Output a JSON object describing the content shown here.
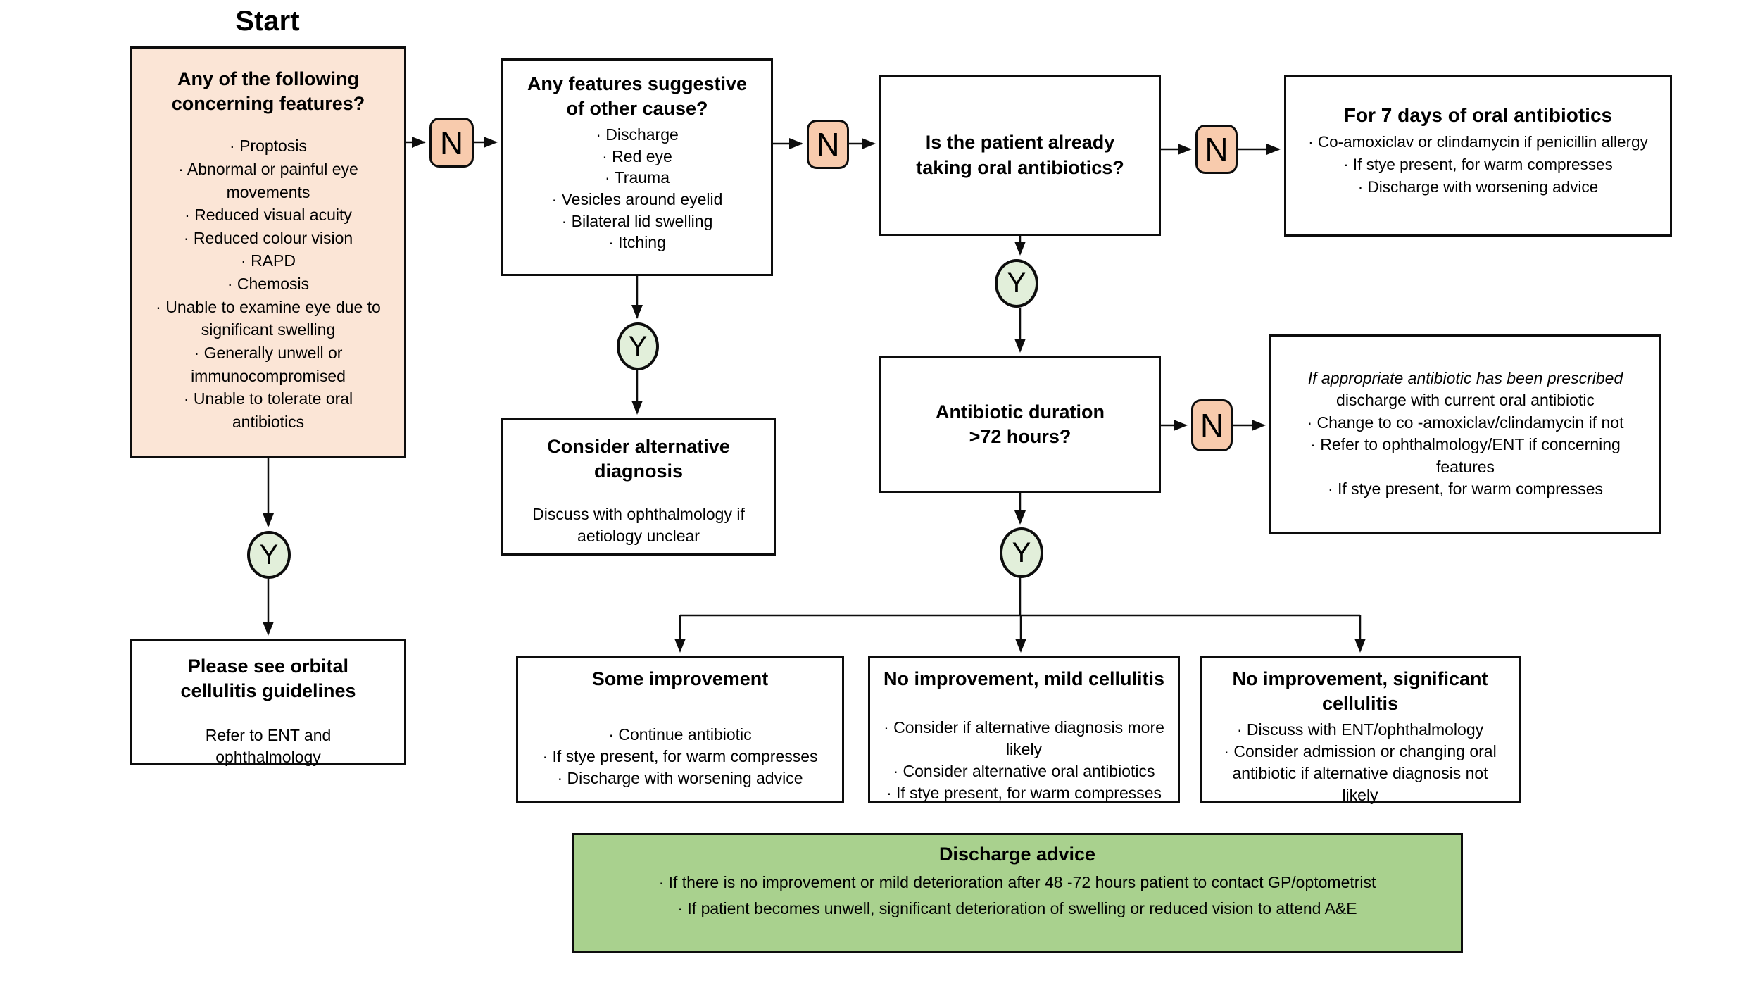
{
  "title": "Start",
  "connectors": {
    "yes": "Y",
    "no": "N"
  },
  "colors": {
    "peach_box_fill": "#fbe5d6",
    "no_badge_fill": "#f8cbad",
    "yes_badge_fill": "#e2efda",
    "green_box_fill": "#a9d18e",
    "border": "#000000"
  },
  "boxes": {
    "concerning": {
      "header": "Any of the following concerning features?",
      "items": [
        "· Proptosis",
        "· Abnormal or painful eye movements",
        "· Reduced visual acuity",
        "· Reduced colour vision",
        "· RAPD",
        "· Chemosis",
        "· Unable to examine eye due to significant swelling",
        "· Generally unwell or immunocompromised",
        "· Unable to tolerate oral antibiotics"
      ]
    },
    "other_cause": {
      "header": "Any features suggestive of other cause?",
      "items": [
        "· Discharge",
        "· Red eye",
        "· Trauma",
        "· Vesicles around eyelid",
        "· Bilateral lid swelling",
        "· Itching"
      ]
    },
    "taking_antibiotics": {
      "header": "Is the patient already taking oral antibiotics?"
    },
    "seven_days": {
      "header": "For 7 days of oral antibiotics",
      "items": [
        "· Co-amoxiclav or clindamycin if penicillin allergy",
        "· If stye present, for warm compresses",
        "· Discharge with worsening advice"
      ]
    },
    "duration": {
      "header": "Antibiotic duration >72 hours?"
    },
    "if_appropriate": {
      "note_italic": "If appropriate antibiotic has been prescribed",
      "items": [
        "discharge with current oral antibiotic",
        "· Change to co -amoxiclav/clindamycin if not",
        "· Refer to ophthalmology/ENT if concerning features",
        "· If stye present, for warm compresses"
      ]
    },
    "alt_diagnosis": {
      "header": "Consider alternative diagnosis",
      "body": "Discuss with ophthalmology if aetiology unclear"
    },
    "orbital": {
      "header": "Please see orbital cellulitis guidelines",
      "body": "Refer to ENT and ophthalmology"
    },
    "some_improvement": {
      "header": "Some improvement",
      "items": [
        "· Continue antibiotic",
        "· If stye present, for warm compresses",
        "· Discharge with worsening advice"
      ]
    },
    "no_improvement_mild": {
      "header": "No improvement, mild cellulitis",
      "items": [
        "· Consider if alternative diagnosis more likely",
        "· Consider alternative oral antibiotics",
        "· If stye present, for warm compresses"
      ]
    },
    "no_improvement_significant": {
      "header": "No improvement, significant cellulitis",
      "items": [
        "· Discuss with ENT/ophthalmology",
        "· Consider admission or changing oral antibiotic if alternative diagnosis not likely"
      ]
    },
    "discharge_advice": {
      "header": "Discharge advice",
      "items": [
        "· If there is no improvement or mild deterioration after 48 -72 hours patient to contact GP/optometrist",
        "· If patient becomes unwell, significant deterioration of swelling or reduced vision to attend A&E"
      ]
    }
  }
}
